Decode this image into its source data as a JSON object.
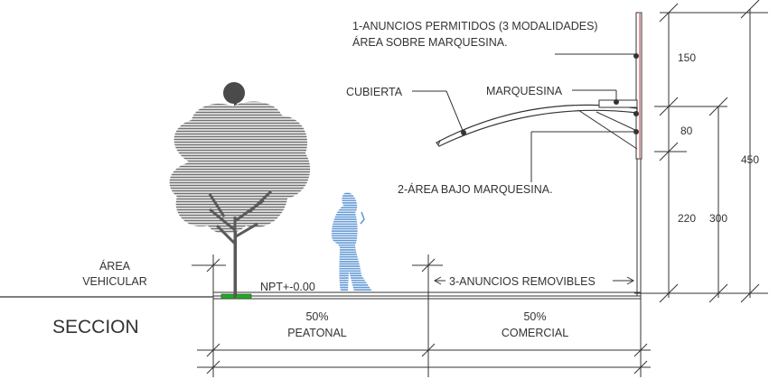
{
  "labels": {
    "anuncios_permitidos_line1": "1-ANUNCIOS PERMITIDOS (3 MODALIDADES)",
    "anuncios_permitidos_line2": "ÁREA SOBRE MARQUESINA.",
    "cubierta": "CUBIERTA",
    "marquesina": "MARQUESINA",
    "area_bajo_marquesina": "2-ÁREA BAJO MARQUESINA.",
    "area_vehicular_line1": "ÁREA",
    "area_vehicular_line2": "VEHICULAR",
    "npt": "NPT+-0.00",
    "anuncios_removibles": "3-ANUNCIOS REMOVIBLES",
    "seccion": "SECCION",
    "peatonal_pct": "50%",
    "peatonal": "PEATONAL",
    "comercial_pct": "50%",
    "comercial": "COMERCIAL"
  },
  "dimensions": {
    "d150": "150",
    "d80": "80",
    "d220": "220",
    "d300": "300",
    "d450": "450"
  },
  "colors": {
    "line": "#333333",
    "tree": "#777777",
    "person": "#6a9fd6",
    "planter": "#22aa22",
    "wall_accent": "#cc3333"
  }
}
